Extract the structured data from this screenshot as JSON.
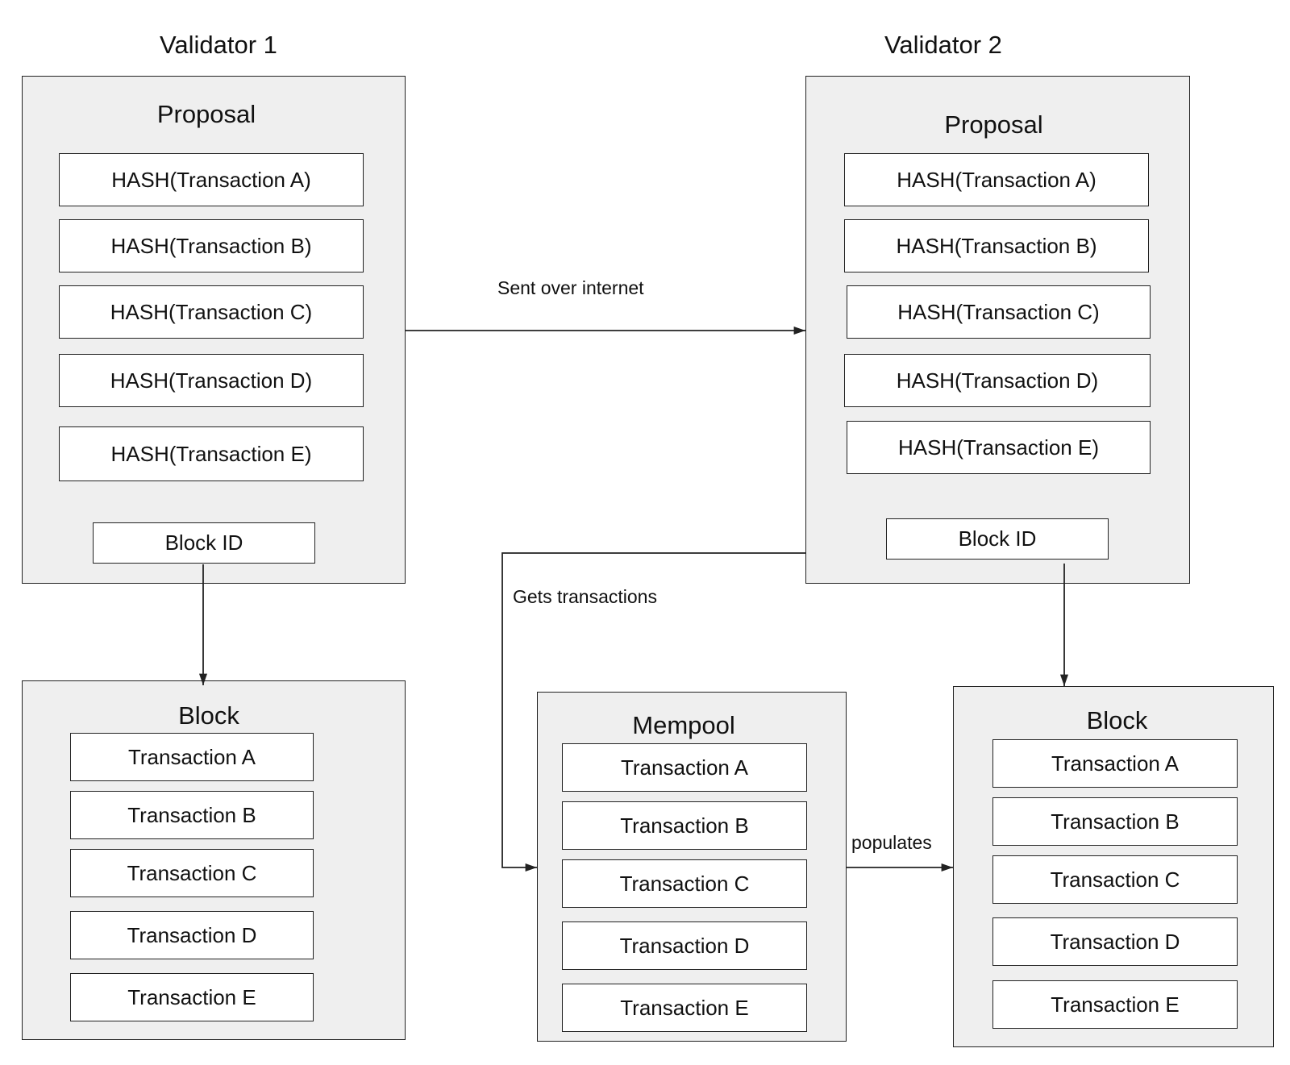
{
  "validator1": {
    "title": "Validator 1",
    "proposal": {
      "title": "Proposal",
      "hashes": [
        "HASH(Transaction A)",
        "HASH(Transaction B)",
        "HASH(Transaction C)",
        "HASH(Transaction D)",
        "HASH(Transaction E)"
      ],
      "block_id": "Block ID"
    },
    "block": {
      "title": "Block",
      "transactions": [
        "Transaction A",
        "Transaction B",
        "Transaction C",
        "Transaction D",
        "Transaction E"
      ]
    }
  },
  "validator2": {
    "title": "Validator 2",
    "proposal": {
      "title": "Proposal",
      "hashes": [
        "HASH(Transaction A)",
        "HASH(Transaction B)",
        "HASH(Transaction C)",
        "HASH(Transaction D)",
        "HASH(Transaction E)"
      ],
      "block_id": "Block ID"
    },
    "mempool": {
      "title": "Mempool",
      "transactions": [
        "Transaction A",
        "Transaction B",
        "Transaction C",
        "Transaction D",
        "Transaction E"
      ]
    },
    "block": {
      "title": "Block",
      "transactions": [
        "Transaction A",
        "Transaction B",
        "Transaction C",
        "Transaction D",
        "Transaction E"
      ]
    }
  },
  "edges": {
    "sent_over_internet": "Sent over internet",
    "gets_transactions": "Gets transactions",
    "populates": "populates"
  },
  "colors": {
    "panel_fill": "#efefef",
    "item_fill": "#ffffff",
    "stroke": "#222222"
  }
}
